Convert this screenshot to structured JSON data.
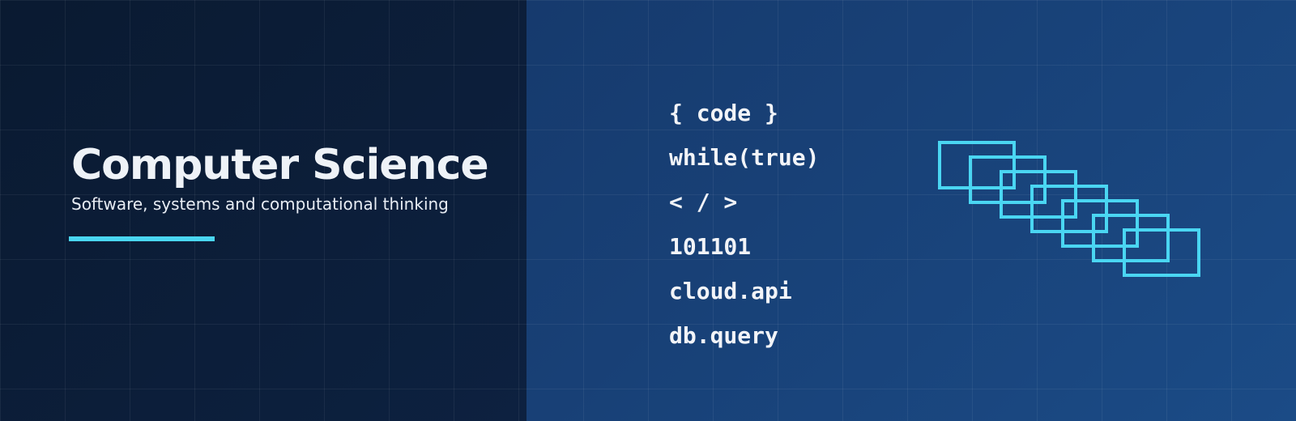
{
  "hero": {
    "title": "Computer Science",
    "subtitle": "Software, systems and computational thinking"
  },
  "code_snippets": [
    "{ code }",
    "while(true)",
    "< / >",
    "101101",
    "cloud.api",
    "db.query"
  ],
  "decorative_boxes": {
    "count": 7,
    "stroke_color": "#4ad6f2"
  },
  "colors": {
    "left_panel": "#0a1b33",
    "right_panel": "#1a4a84",
    "accent": "#4ad6f2",
    "text": "#eef2f7"
  }
}
